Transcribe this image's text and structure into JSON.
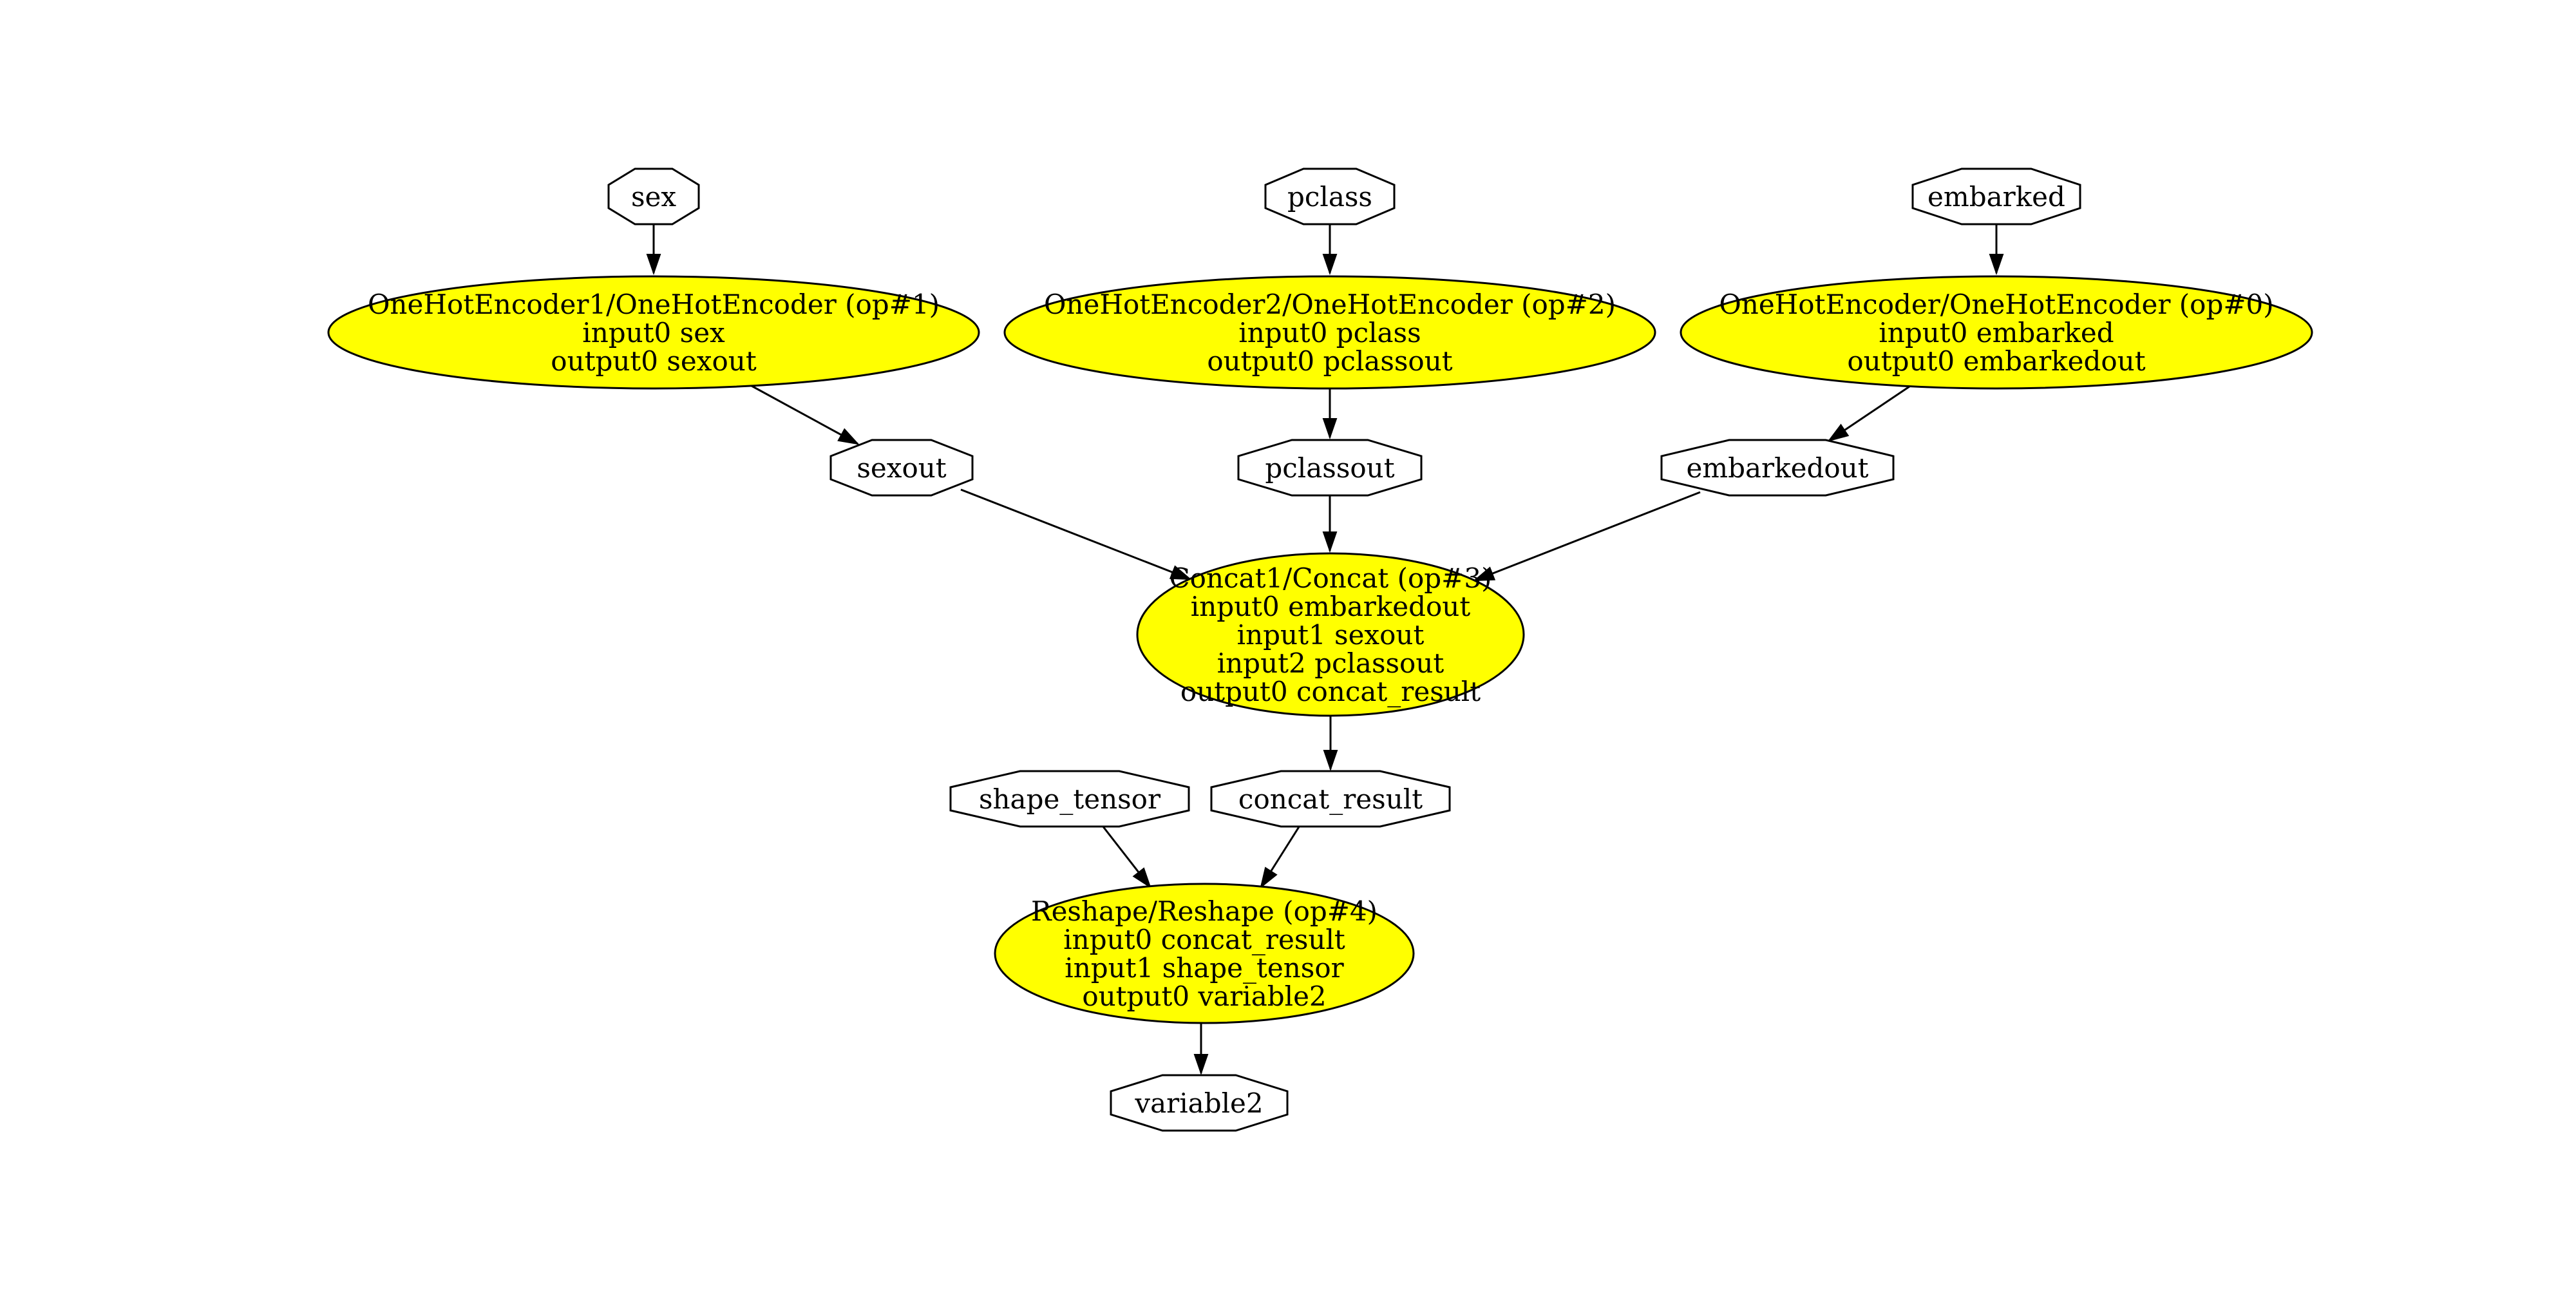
{
  "graph": {
    "background_color": "#ffffff",
    "operator_fill": "#ffff00",
    "tensor_fill": "#ffffff",
    "stroke_color": "#000000",
    "text_color": "#000000",
    "tensors": {
      "sex": "sex",
      "pclass": "pclass",
      "embarked": "embarked",
      "sexout": "sexout",
      "pclassout": "pclassout",
      "embarkedout": "embarkedout",
      "shape_tensor": "shape_tensor",
      "concat_result": "concat_result",
      "variable2": "variable2"
    },
    "operators": {
      "onehot1": {
        "lines": [
          "OneHotEncoder1/OneHotEncoder (op#1)",
          "input0 sex",
          "output0 sexout"
        ]
      },
      "onehot2": {
        "lines": [
          "OneHotEncoder2/OneHotEncoder (op#2)",
          "input0 pclass",
          "output0 pclassout"
        ]
      },
      "onehot0": {
        "lines": [
          "OneHotEncoder/OneHotEncoder (op#0)",
          "input0 embarked",
          "output0 embarkedout"
        ]
      },
      "concat1": {
        "lines": [
          "Concat1/Concat (op#3)",
          "input0 embarkedout",
          "input1 sexout",
          "input2 pclassout",
          "output0 concat_result"
        ]
      },
      "reshape": {
        "lines": [
          "Reshape/Reshape (op#4)",
          "input0 concat_result",
          "input1 shape_tensor",
          "output0 variable2"
        ]
      }
    },
    "edges": [
      {
        "from": "sex",
        "to": "onehot1"
      },
      {
        "from": "pclass",
        "to": "onehot2"
      },
      {
        "from": "embarked",
        "to": "onehot0"
      },
      {
        "from": "onehot1",
        "to": "sexout"
      },
      {
        "from": "onehot2",
        "to": "pclassout"
      },
      {
        "from": "onehot0",
        "to": "embarkedout"
      },
      {
        "from": "sexout",
        "to": "concat1"
      },
      {
        "from": "pclassout",
        "to": "concat1"
      },
      {
        "from": "embarkedout",
        "to": "concat1"
      },
      {
        "from": "concat1",
        "to": "concat_result"
      },
      {
        "from": "shape_tensor",
        "to": "reshape"
      },
      {
        "from": "concat_result",
        "to": "reshape"
      },
      {
        "from": "reshape",
        "to": "variable2"
      }
    ]
  }
}
